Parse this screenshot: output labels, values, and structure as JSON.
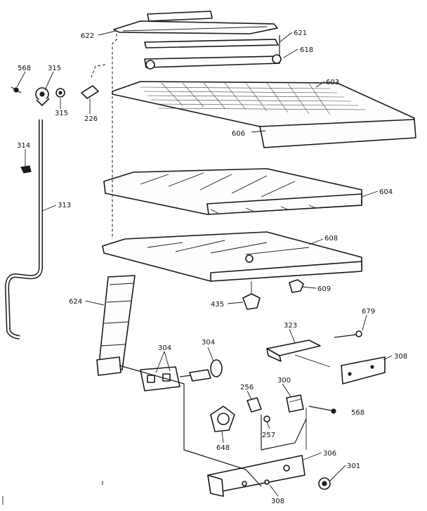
{
  "diagram": {
    "callouts": [
      {
        "id": "622",
        "label": "622"
      },
      {
        "id": "621",
        "label": "621"
      },
      {
        "id": "618",
        "label": "618"
      },
      {
        "id": "568a",
        "label": "568"
      },
      {
        "id": "315a",
        "label": "315"
      },
      {
        "id": "315b",
        "label": "315"
      },
      {
        "id": "226",
        "label": "226"
      },
      {
        "id": "603",
        "label": "603"
      },
      {
        "id": "606",
        "label": "606"
      },
      {
        "id": "314",
        "label": "314"
      },
      {
        "id": "313",
        "label": "313"
      },
      {
        "id": "604",
        "label": "604"
      },
      {
        "id": "608",
        "label": "608"
      },
      {
        "id": "609",
        "label": "609"
      },
      {
        "id": "435",
        "label": "435"
      },
      {
        "id": "624",
        "label": "624"
      },
      {
        "id": "679",
        "label": "679"
      },
      {
        "id": "323",
        "label": "323"
      },
      {
        "id": "304a",
        "label": "304"
      },
      {
        "id": "304b",
        "label": "304"
      },
      {
        "id": "308a",
        "label": "308"
      },
      {
        "id": "256",
        "label": "256"
      },
      {
        "id": "300",
        "label": "300"
      },
      {
        "id": "568b",
        "label": "568"
      },
      {
        "id": "257",
        "label": "257"
      },
      {
        "id": "648",
        "label": "648"
      },
      {
        "id": "306",
        "label": "306"
      },
      {
        "id": "301",
        "label": "301"
      },
      {
        "id": "308b",
        "label": "308"
      }
    ]
  }
}
